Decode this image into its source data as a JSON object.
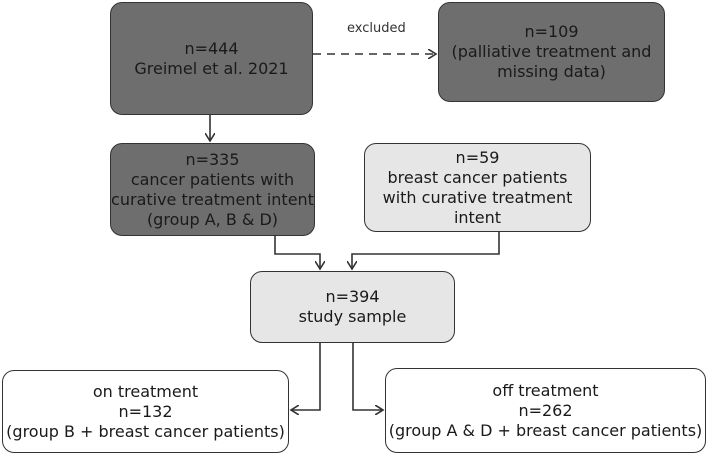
{
  "boxes": {
    "source": {
      "lines": [
        "n=444",
        "Greimel et al. 2021"
      ]
    },
    "excluded": {
      "lines": [
        "n=109",
        "(palliative treatment and",
        "missing data)"
      ]
    },
    "curative": {
      "lines": [
        "n=335",
        "cancer patients with",
        "curative treatment intent",
        "(group A, B & D)"
      ]
    },
    "breast": {
      "lines": [
        "n=59",
        "breast cancer patients",
        "with curative treatment",
        "intent"
      ]
    },
    "sample": {
      "lines": [
        "n=394",
        "study sample"
      ]
    },
    "on_treatment": {
      "lines": [
        "on treatment",
        "n=132",
        "(group B + breast cancer patients)"
      ]
    },
    "off_treatment": {
      "lines": [
        "off treatment",
        "n=262",
        "(group A & D + breast cancer patients)"
      ]
    }
  },
  "edge_labels": {
    "excluded": "excluded"
  },
  "colors": {
    "dark_box": "#6e6e6e",
    "light_box": "#e6e6e6",
    "white_box": "#ffffff",
    "stroke": "#333333"
  }
}
